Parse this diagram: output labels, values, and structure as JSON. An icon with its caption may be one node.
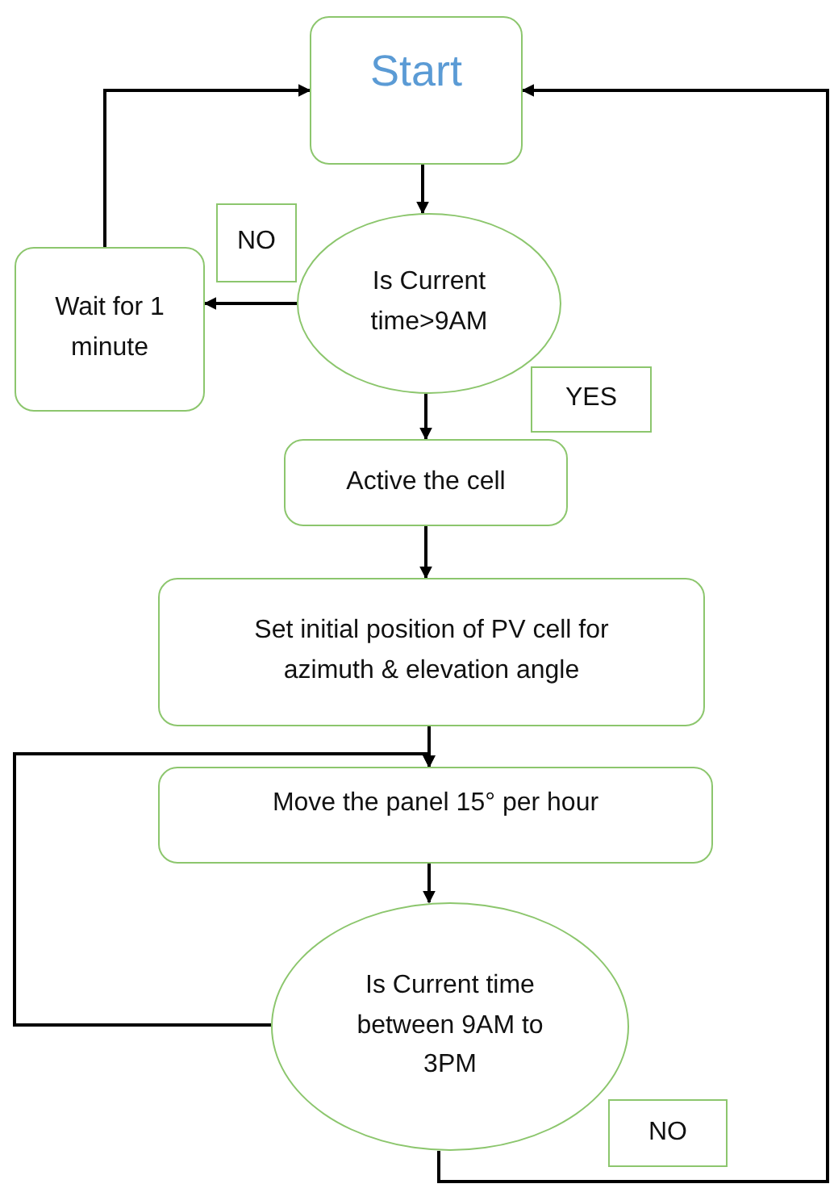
{
  "diagram": {
    "nodes": [
      {
        "text": [
          "Start"
        ]
      },
      {
        "text": [
          "NO"
        ]
      },
      {
        "text": [
          "Is Current time>9AM"
        ]
      },
      {
        "text": [
          "Wait for 1 minute"
        ]
      },
      {
        "text": [
          "YES"
        ]
      },
      {
        "text": [
          "Active the cell"
        ]
      },
      {
        "text": [
          "Set initial position of PV cell for azimuth & elevation angle"
        ]
      },
      {
        "text": [
          "Move the panel 15° per hour"
        ]
      },
      {
        "text": [
          "Is Current time between 9AM to 3PM"
        ]
      },
      {
        "text": [
          "NO"
        ]
      }
    ],
    "edges": [
      {
        "from": 0,
        "to": 2,
        "arrow": "to"
      },
      {
        "from": 2,
        "to": 3,
        "arrow": "to"
      },
      {
        "from": 3,
        "to": 0,
        "arrow": "to"
      },
      {
        "from": 2,
        "to": 5,
        "arrow": "to"
      },
      {
        "from": 5,
        "to": 6,
        "arrow": "to"
      },
      {
        "from": 6,
        "to": 7,
        "arrow": "to"
      },
      {
        "from": 8,
        "to": 7,
        "arrow": "to"
      },
      {
        "from": 7,
        "to": 8,
        "arrow": "to"
      },
      {
        "from": 8,
        "to": 0,
        "arrow": "to"
      }
    ]
  }
}
